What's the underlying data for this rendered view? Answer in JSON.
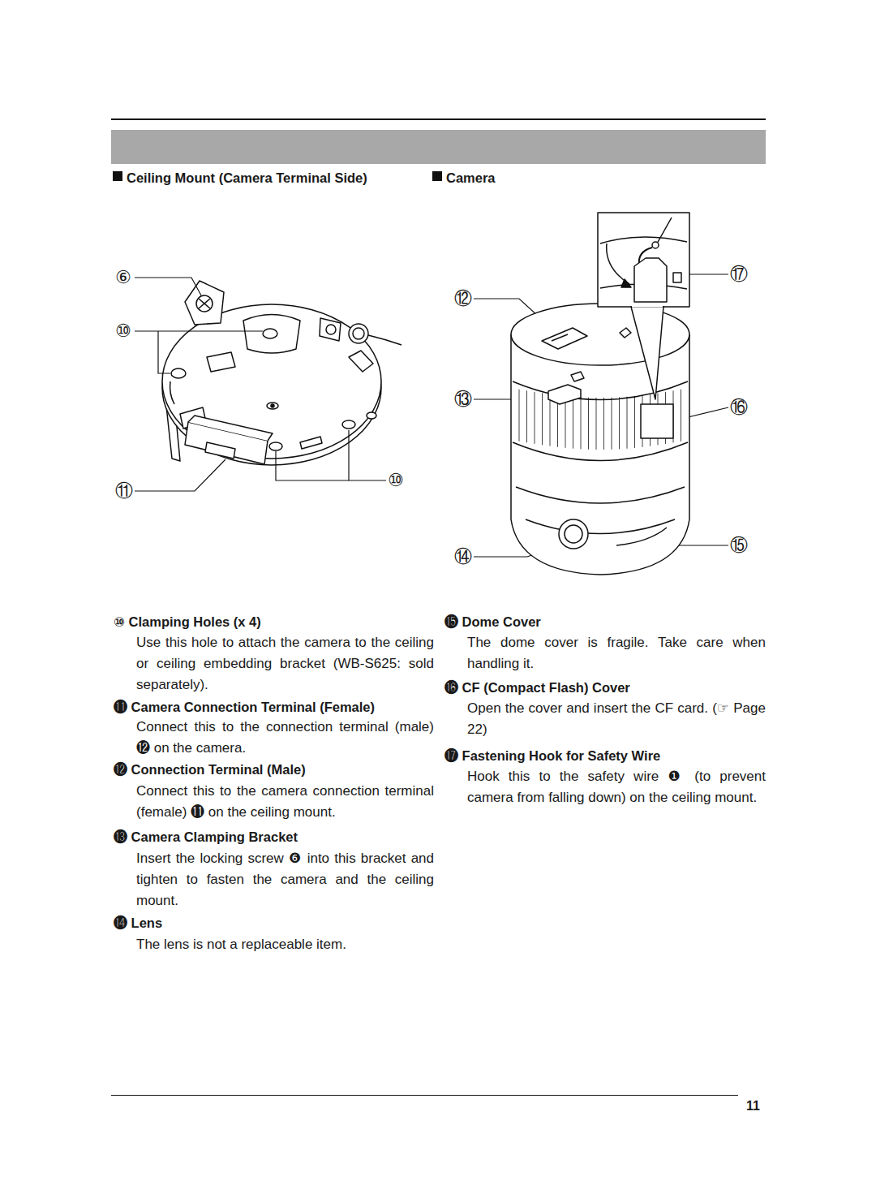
{
  "diagram": {
    "labels": [
      "Ceiling Mount (Camera Terminal Side)",
      "Camera",
      "⑥",
      "⑩",
      "⑪",
      "⑩",
      "⑫",
      "⑰",
      "⑬",
      "⑯",
      "⑭",
      "⑮",
      "⑩ Clamping Holes (x 4)",
      "Use this hole to attach the camera to the ceiling or ceiling embedding bracket (WB-S625: sold separately).",
      "⓫ Camera Connection Terminal (Female)",
      "Connect this to the connection terminal (male) ⓬ on the camera.",
      "⓬ Connection Terminal (Male)",
      "Connect this to the camera connection terminal (female) ⓫ on the ceiling mount.",
      "⓭ Camera Clamping Bracket",
      "Insert the locking screw ❻ into this bracket and tighten to fasten the camera and the ceiling mount.",
      "⓮ Lens",
      "The lens is not a replaceable item.",
      "⓯ Dome Cover",
      "The dome cover is fragile. Take care when handling it.",
      "⓰ CF (Compact Flash) Cover",
      "Open the cover and insert the CF card. (☞ Page 22)",
      "⓱ Fastening Hook for Safety Wire",
      "Hook this to the safety wire ❶ (to prevent camera from falling down) on the ceiling mount.",
      "11"
    ]
  }
}
